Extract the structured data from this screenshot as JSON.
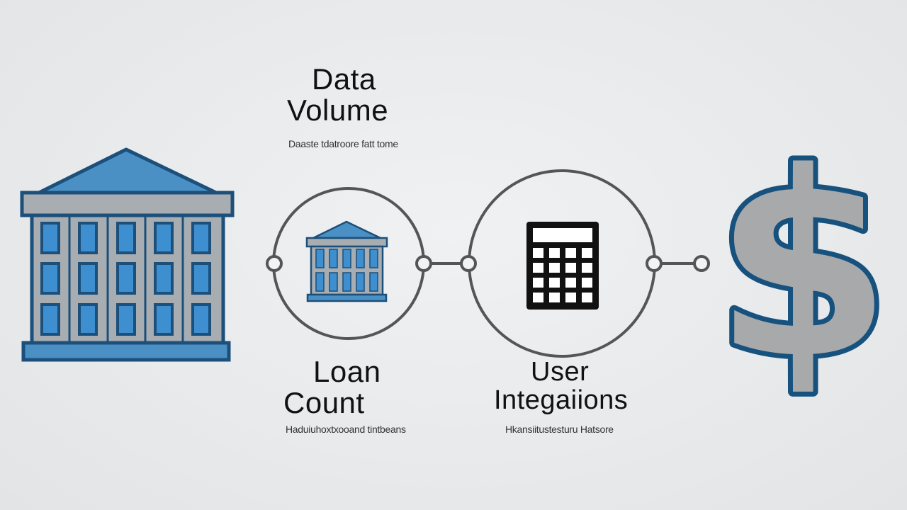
{
  "nodes": {
    "data_volume": {
      "title_line1": "Data",
      "title_line2": "Volume",
      "caption": "Daaste tdatroore fatt tome"
    },
    "loan_count": {
      "title_line1": "Loan",
      "title_line2": "Count",
      "caption": "Haduiuhoxtxooand tintbeans"
    },
    "user_integrations": {
      "title_line1": "User",
      "title_line2": "Integaiions",
      "caption": "Hkansiitustesturu Hatsore"
    }
  },
  "icons": [
    "bank-building-icon",
    "bank-building-small-icon",
    "calculator-icon",
    "dollar-sign-icon"
  ],
  "colors": {
    "background": "#e8eaec",
    "building_blue": "#4a90c4",
    "building_gray": "#a8adb2",
    "outline_navy": "#1c4f7a",
    "circle_stroke": "#555555",
    "calculator": "#111111",
    "dollar_fill": "#a8a9ab",
    "dollar_outline": "#17527f"
  }
}
